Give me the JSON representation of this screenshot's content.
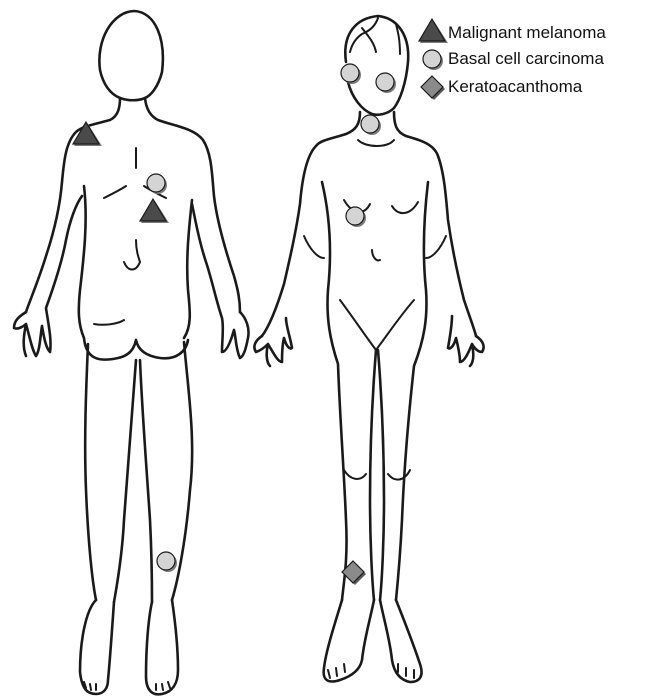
{
  "legend": {
    "melanoma": "Malignant melanoma",
    "bcc": "Basal cell carcinoma",
    "ka": "Keratoacanthoma"
  },
  "colors": {
    "melanoma": "#4a4a4a",
    "bcc": "#d4d4d4",
    "ka": "#8a8a8a",
    "outline": "#1a1a1a"
  },
  "markers": [
    {
      "figure": "back",
      "region": "left-shoulder",
      "type": "melanoma"
    },
    {
      "figure": "back",
      "region": "mid-back",
      "type": "bcc"
    },
    {
      "figure": "back",
      "region": "lower-mid-back",
      "type": "melanoma"
    },
    {
      "figure": "back",
      "region": "right-calf",
      "type": "bcc"
    },
    {
      "figure": "front",
      "region": "right-temple",
      "type": "bcc"
    },
    {
      "figure": "front",
      "region": "left-cheek",
      "type": "bcc"
    },
    {
      "figure": "front",
      "region": "neck",
      "type": "bcc"
    },
    {
      "figure": "front",
      "region": "chest",
      "type": "bcc"
    },
    {
      "figure": "front",
      "region": "right-shin",
      "type": "ka"
    }
  ]
}
